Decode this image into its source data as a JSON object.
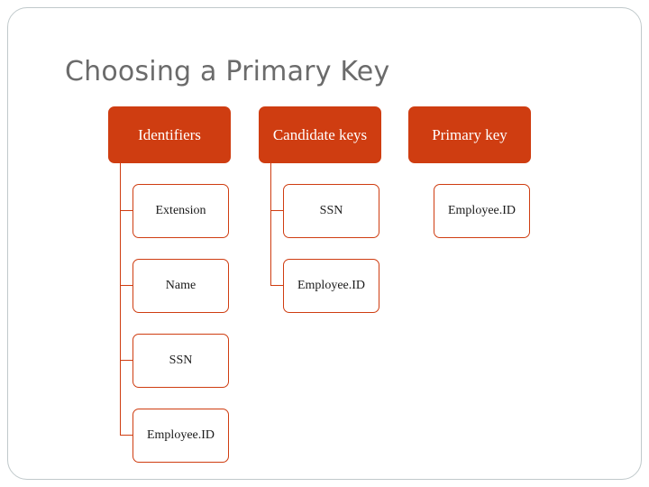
{
  "slide": {
    "title": "Choosing a Primary Key",
    "accent_color": "#cf3d11",
    "title_color": "#6b6b6b",
    "frame_color": "#c0c9cb"
  },
  "columns": [
    {
      "header": "Identifiers",
      "items": [
        "Extension",
        "Name",
        "SSN",
        "Employee.ID"
      ]
    },
    {
      "header": "Candidate keys",
      "items": [
        "SSN",
        "Employee.ID"
      ]
    },
    {
      "header": "Primary key",
      "items": [
        "Employee.ID"
      ]
    }
  ]
}
